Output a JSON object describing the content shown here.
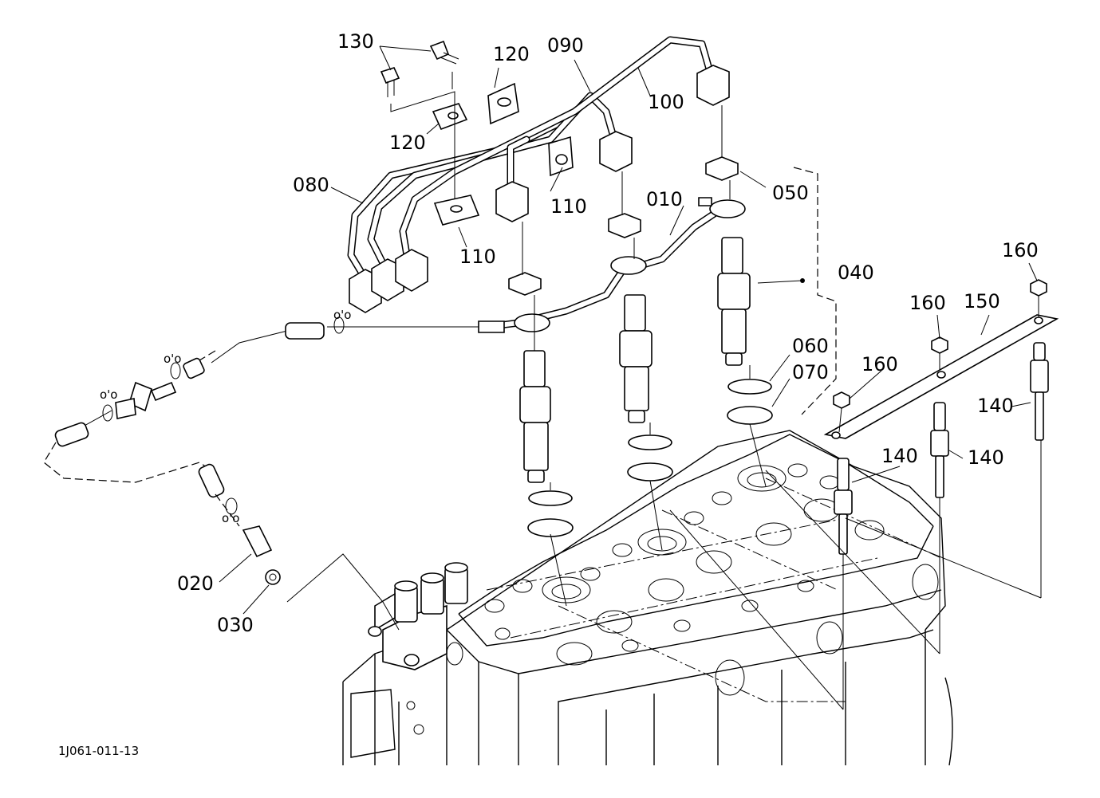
{
  "diagram_code": "1J061-011-13",
  "callouts": {
    "p010": "010",
    "p020": "020",
    "p030": "030",
    "p040": "040",
    "p050": "050",
    "p060": "060",
    "p070": "070",
    "p080": "080",
    "p090": "090",
    "p100": "100",
    "p110a": "110",
    "p110b": "110",
    "p120a": "120",
    "p120b": "120",
    "p130": "130",
    "p140a": "140",
    "p140b": "140",
    "p140c": "140",
    "p150": "150",
    "p160a": "160",
    "p160b": "160",
    "p160c": "160"
  }
}
